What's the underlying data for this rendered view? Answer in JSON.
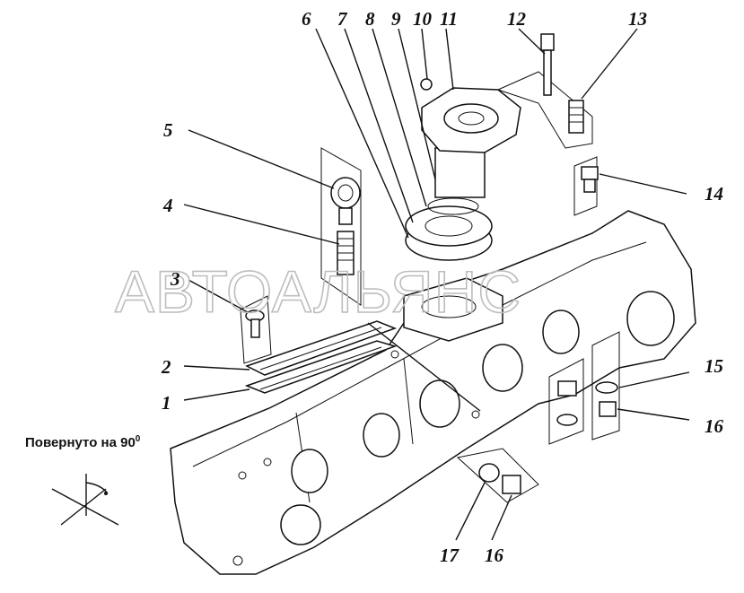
{
  "labels": {
    "l1": "1",
    "l2": "2",
    "l3": "3",
    "l4": "4",
    "l5": "5",
    "l6": "6",
    "l7": "7",
    "l8": "8",
    "l9": "9",
    "l10": "10",
    "l11": "11",
    "l12": "12",
    "l13": "13",
    "l14": "14",
    "l15": "15",
    "l16a": "16",
    "l16b": "16",
    "l17": "17"
  },
  "note": {
    "text": "Повернуто на 90",
    "degree": "0"
  },
  "watermark": "АВТОАЛЬЯНС"
}
